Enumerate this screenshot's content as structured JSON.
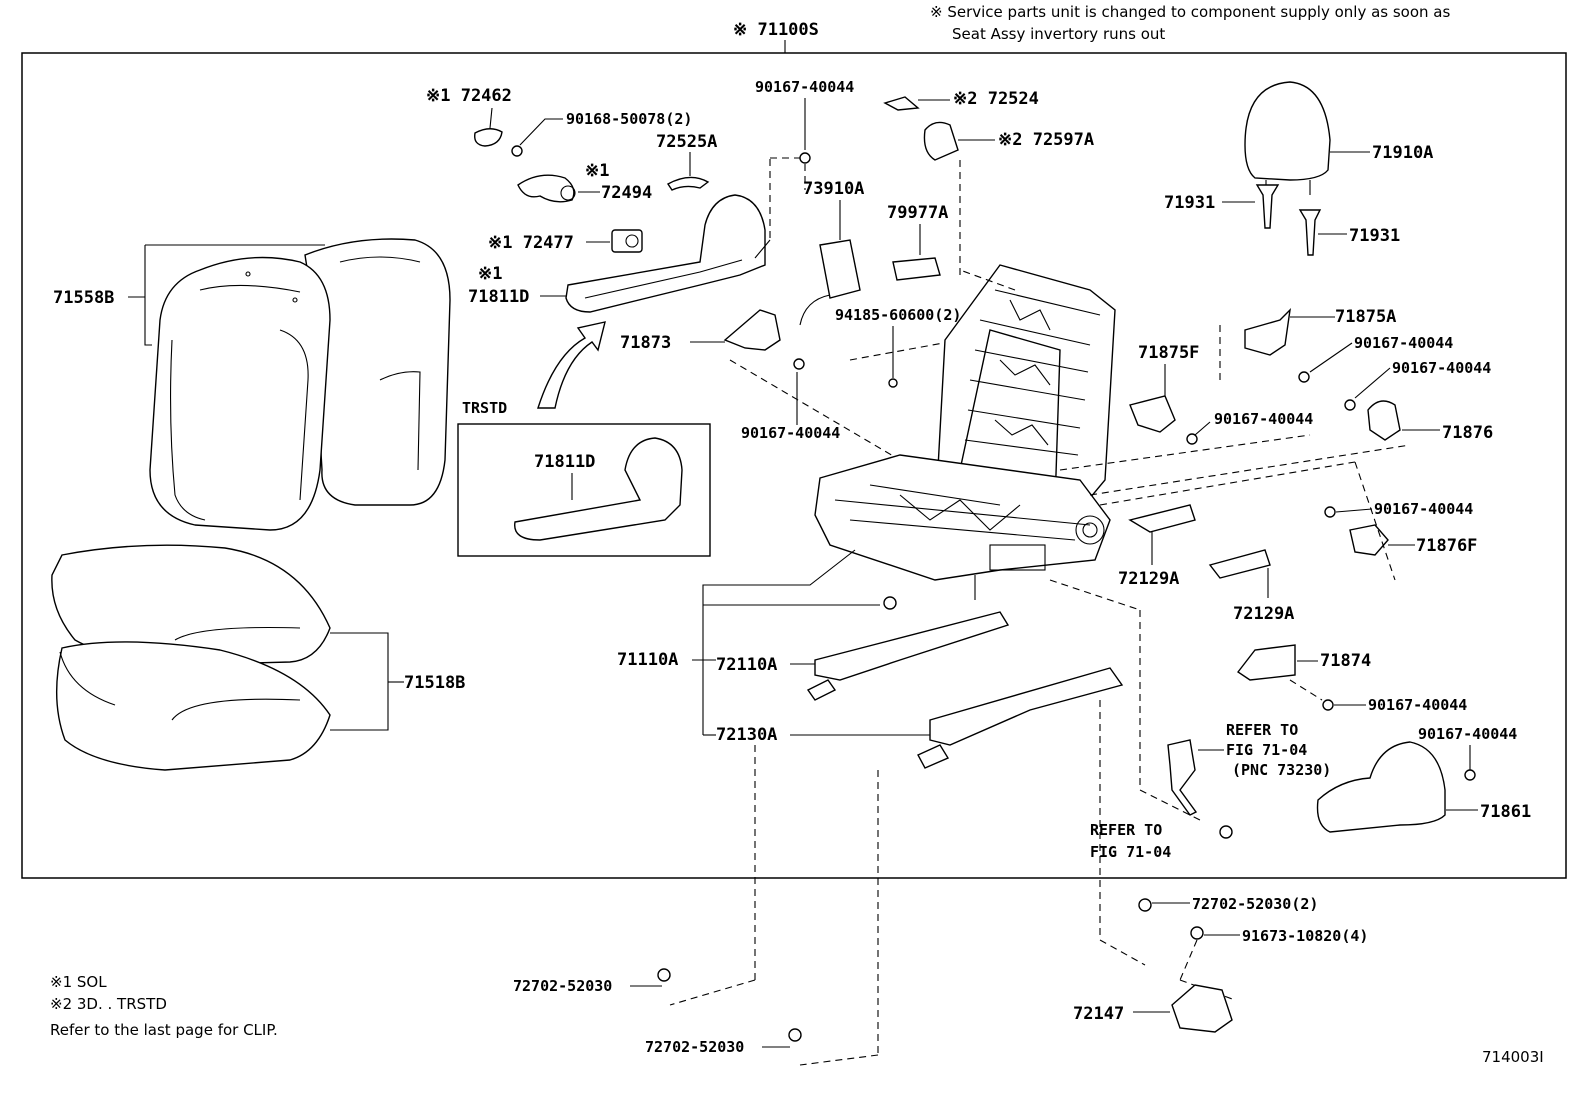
{
  "header": {
    "assembly": "※ 71100S",
    "note_line1": "※ Service parts unit is changed to component supply only as soon as",
    "note_line2": "Seat Assy invertory runs out"
  },
  "callouts": {
    "c71558B": "71558B",
    "c71518B": "71518B",
    "c72462": "※1 72462",
    "c90168_50078": "90168-50078(2)",
    "c72494_mark": "※1",
    "c72494": "72494",
    "c72525A": "72525A",
    "c72477": "※1 72477",
    "c71811D_mark": "※1",
    "c71811D": "71811D",
    "c71811D_trstd": "71811D",
    "c90167_40044": "90167-40044",
    "c73910A": "73910A",
    "c79977A": "79977A",
    "c71873": "71873",
    "c94185_60600": "94185-60600(2)",
    "c72524": "※2 72524",
    "c72597A": "※2 72597A",
    "c71110A": "71110A",
    "c72110A": "72110A",
    "c72130A": "72130A",
    "c71910A": "71910A",
    "c71931": "71931",
    "c71875A": "71875A",
    "c71875F": "71875F",
    "c71876": "71876",
    "c71876F": "71876F",
    "c72129A": "72129A",
    "c71874": "71874",
    "c71861": "71861",
    "c72702_52030_2": "72702-52030(2)",
    "c91673_10820": "91673-10820(4)",
    "c72147": "72147",
    "c72702_52030": "72702-52030"
  },
  "variants": {
    "trstd_label": "TRSTD"
  },
  "refers": {
    "belt_line1": "REFER TO",
    "belt_line2": "FIG 71-04",
    "belt_line3": "(PNC 73230)",
    "bolt_line1": "REFER TO",
    "bolt_line2": "FIG 71-04"
  },
  "footnotes": [
    "※1  SOL",
    "※2  3D. . TRSTD",
    "Refer to the last page for CLIP."
  ],
  "figure_number": "714003I"
}
